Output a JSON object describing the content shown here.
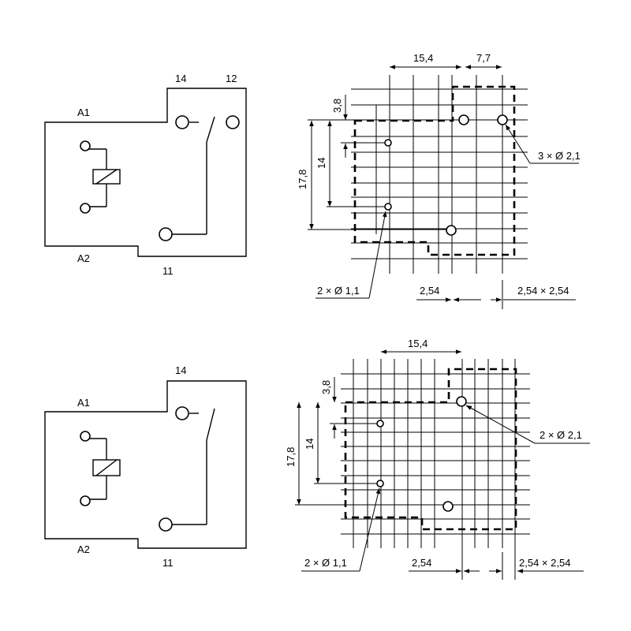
{
  "relay_changeover": {
    "schematic": {
      "pin_14": "14",
      "pin_12": "12",
      "pin_11": "11",
      "pin_a1": "A1",
      "pin_a2": "A2"
    },
    "footprint": {
      "dim_width": "15,4",
      "dim_offset": "7,7",
      "dim_3_8": "3,8",
      "dim_14": "14",
      "dim_17_8": "17,8",
      "small_holes": "2 × Ø 1,1",
      "large_holes": "3 × Ø 2,1",
      "pitch": "2,54",
      "grid": "2,54 × 2,54"
    }
  },
  "relay_make": {
    "schematic": {
      "pin_14": "14",
      "pin_11": "11",
      "pin_a1": "A1",
      "pin_a2": "A2"
    },
    "footprint": {
      "dim_width": "15,4",
      "dim_3_8": "3,8",
      "dim_14": "14",
      "dim_17_8": "17,8",
      "small_holes": "2 × Ø 1,1",
      "large_holes": "2 × Ø 2,1",
      "pitch": "2,54",
      "grid": "2,54 × 2,54"
    }
  }
}
